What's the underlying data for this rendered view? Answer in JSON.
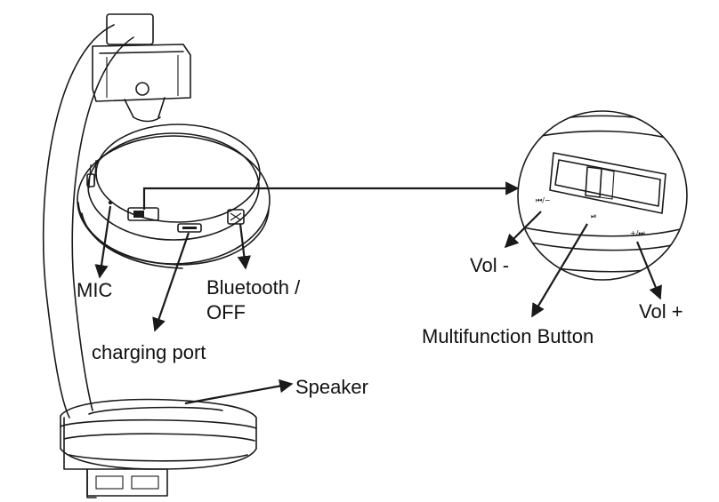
{
  "labels": {
    "mic": "MIC",
    "bluetooth_line1": "Bluetooth /",
    "bluetooth_line2": "OFF",
    "charging_port": "charging port",
    "speaker": "Speaker",
    "vol_minus": "Vol -",
    "vol_plus": "Vol +",
    "multifunction": "Multifunction Button"
  },
  "button_marks": {
    "prev": "⏮/−",
    "play": "⏯",
    "next": "+/⏭"
  }
}
